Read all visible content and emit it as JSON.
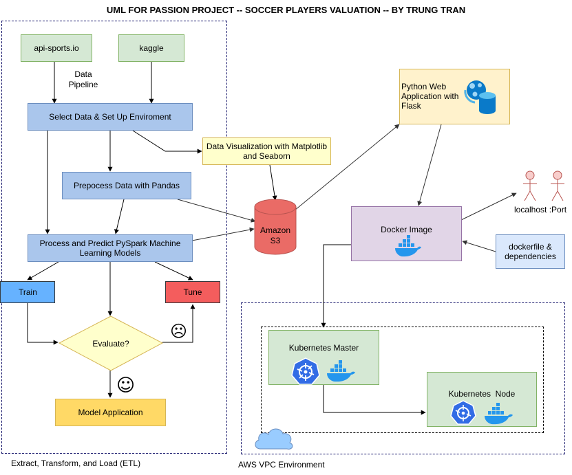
{
  "title": "UML FOR  PASSION PROJECT  --  SOCCER PLAYERS VALUATION  --  BY TRUNG TRAN",
  "etl": {
    "container_label": "Extract, Transform, and Load (ETL)",
    "source_api": "api-sports.io",
    "source_kaggle": "kaggle",
    "pipeline_label": "Data Pipeline",
    "select_data": "Select Data & Set Up Enviroment",
    "preprocess": "Prepocess Data with Pandas",
    "process_predict": "Process and Predict PySpark Machine Learning Models",
    "train": "Train",
    "tune": "Tune",
    "evaluate": "Evaluate?",
    "model_application": "Model Application",
    "sad_face": "☹",
    "happy_face": "☺"
  },
  "visualization": "Data Visualization with Matplotlib and Seaborn",
  "storage": {
    "line1": "Amazon",
    "line2": "S3"
  },
  "web_app": "Python Web Application with Flask",
  "docker_image": "Docker Image",
  "dockerfile": "dockerfile & dependencies",
  "actors_label": "localhost :Port",
  "aws": {
    "container_label": "AWS VPC Environment",
    "k8s_master": "Kubernetes Master",
    "k8s_node": "Kubernetes  Node"
  },
  "colors": {
    "source_fill": "#d5e8d4",
    "step_fill": "#aac6ec",
    "train_fill": "#66b2ff",
    "tune_fill": "#f45d5d",
    "decision_fill": "#ffffcc",
    "model_fill": "#ffd966",
    "s3_fill": "#ea6b66",
    "docker_fill": "#e1d5e7",
    "docker_blue": "#2496ed",
    "k8s_blue": "#326ce5",
    "cloud_blue": "#99ccff"
  }
}
